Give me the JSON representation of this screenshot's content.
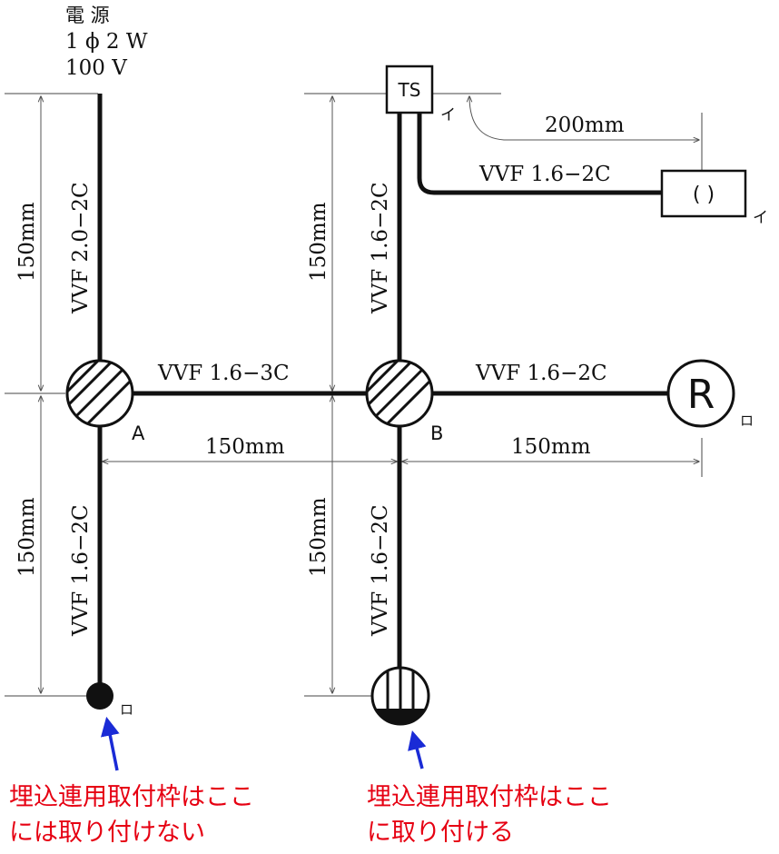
{
  "power": {
    "line1": "電 源",
    "line2": "1 ϕ 2 W",
    "line3": "100 V"
  },
  "cables": {
    "supply": "VVF 2.0−2C",
    "a_to_b": "VVF 1.6−3C",
    "b_to_r": "VVF 1.6−2C",
    "b_to_ts": "VVF 1.6−2C",
    "ts_to_lamp": "VVF 1.6−2C",
    "a_to_switch": "VVF 1.6−2C",
    "b_to_outlet": "VVF 1.6−2C"
  },
  "dims": {
    "supply_len": "150mm",
    "ts_len": "150mm",
    "ab_len": "150mm",
    "br_len": "150mm",
    "switch_len": "150mm",
    "outlet_len": "150mm",
    "lamp_len": "200mm"
  },
  "labels": {
    "box_a": "A",
    "box_b": "B",
    "ts_box": "TS",
    "lamp_symbol": "( )",
    "r_symbol": "R",
    "i_ts": "イ",
    "i_lamp": "イ",
    "ro_r": "ロ",
    "ro_switch": "ロ"
  },
  "notes": {
    "left_line1": "埋込連用取付枠はここ",
    "left_line2": "には取り付けない",
    "right_line1": "埋込連用取付枠はここ",
    "right_line2": "に取り付ける"
  },
  "colors": {
    "annotation_red": "#e60012",
    "arrow_blue": "#1a2bd6",
    "wire": "#111111"
  }
}
